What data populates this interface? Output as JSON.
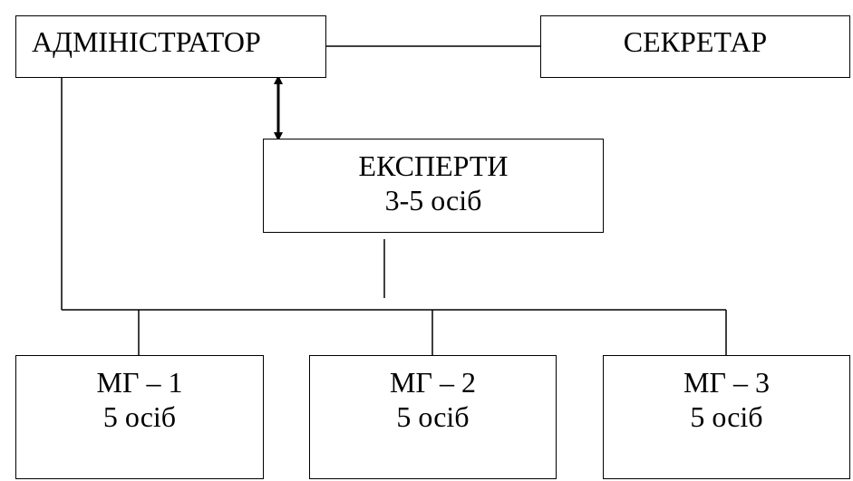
{
  "diagram": {
    "admin": {
      "label": "АДМІНІСТРАТОР"
    },
    "secretary": {
      "label": "СЕКРЕТАР"
    },
    "experts": {
      "title": "ЕКСПЕРТИ",
      "count": "3-5 осіб"
    },
    "groups": [
      {
        "title": "МГ – 1",
        "count": "5 осіб"
      },
      {
        "title": "МГ – 2",
        "count": "5 осіб"
      },
      {
        "title": "МГ – 3",
        "count": "5 осіб"
      }
    ],
    "line_color": "#000000",
    "box_fill": "#ffffff"
  }
}
